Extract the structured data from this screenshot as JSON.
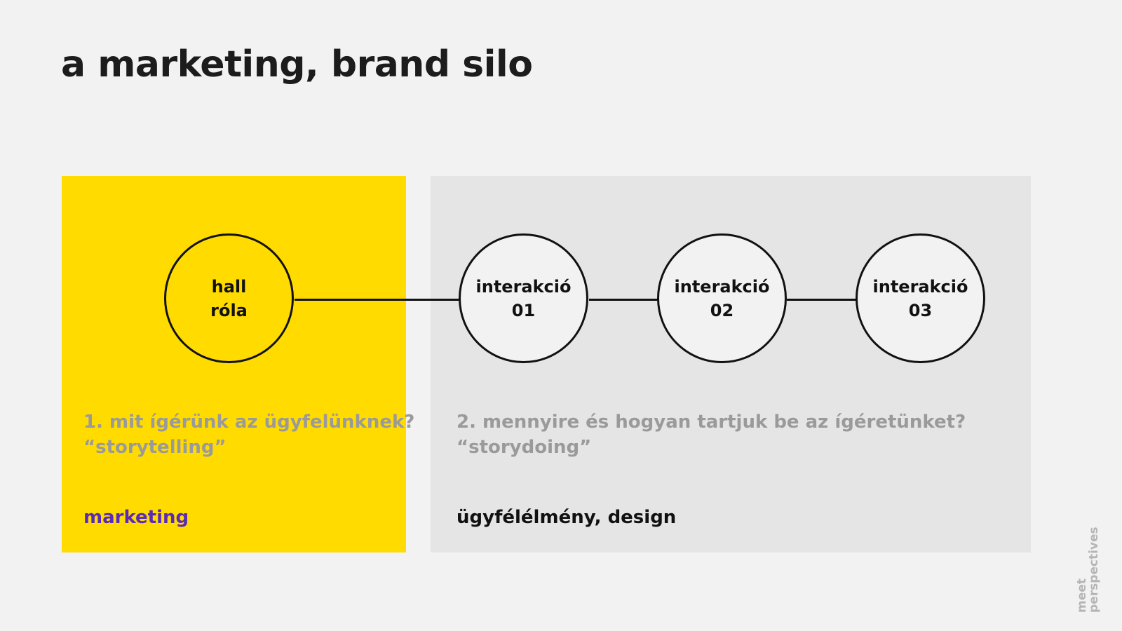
{
  "title": "a marketing, brand silo",
  "nodes": [
    {
      "line1": "hall",
      "line2": "róla"
    },
    {
      "line1": "interakció",
      "line2": "01"
    },
    {
      "line1": "interakció",
      "line2": "02"
    },
    {
      "line1": "interakció",
      "line2": "03"
    }
  ],
  "left_panel": {
    "question": "1. mit ígérünk az ügyfelünknek?",
    "subtitle": "“storytelling”",
    "label": "marketing"
  },
  "right_panel": {
    "question": "2. mennyire és hogyan tartjuk be az ígéretünket?",
    "subtitle": "“storydoing”",
    "label": "ügyfélélmény, design"
  },
  "brand": {
    "line1": "meet",
    "line2": "perspectives"
  },
  "colors": {
    "marketing_panel": "#ffdb00",
    "experience_panel": "#e5e5e5",
    "marketing_label": "#5b2bb8",
    "question_text": "#9a9a9a",
    "background": "#f2f2f2"
  }
}
